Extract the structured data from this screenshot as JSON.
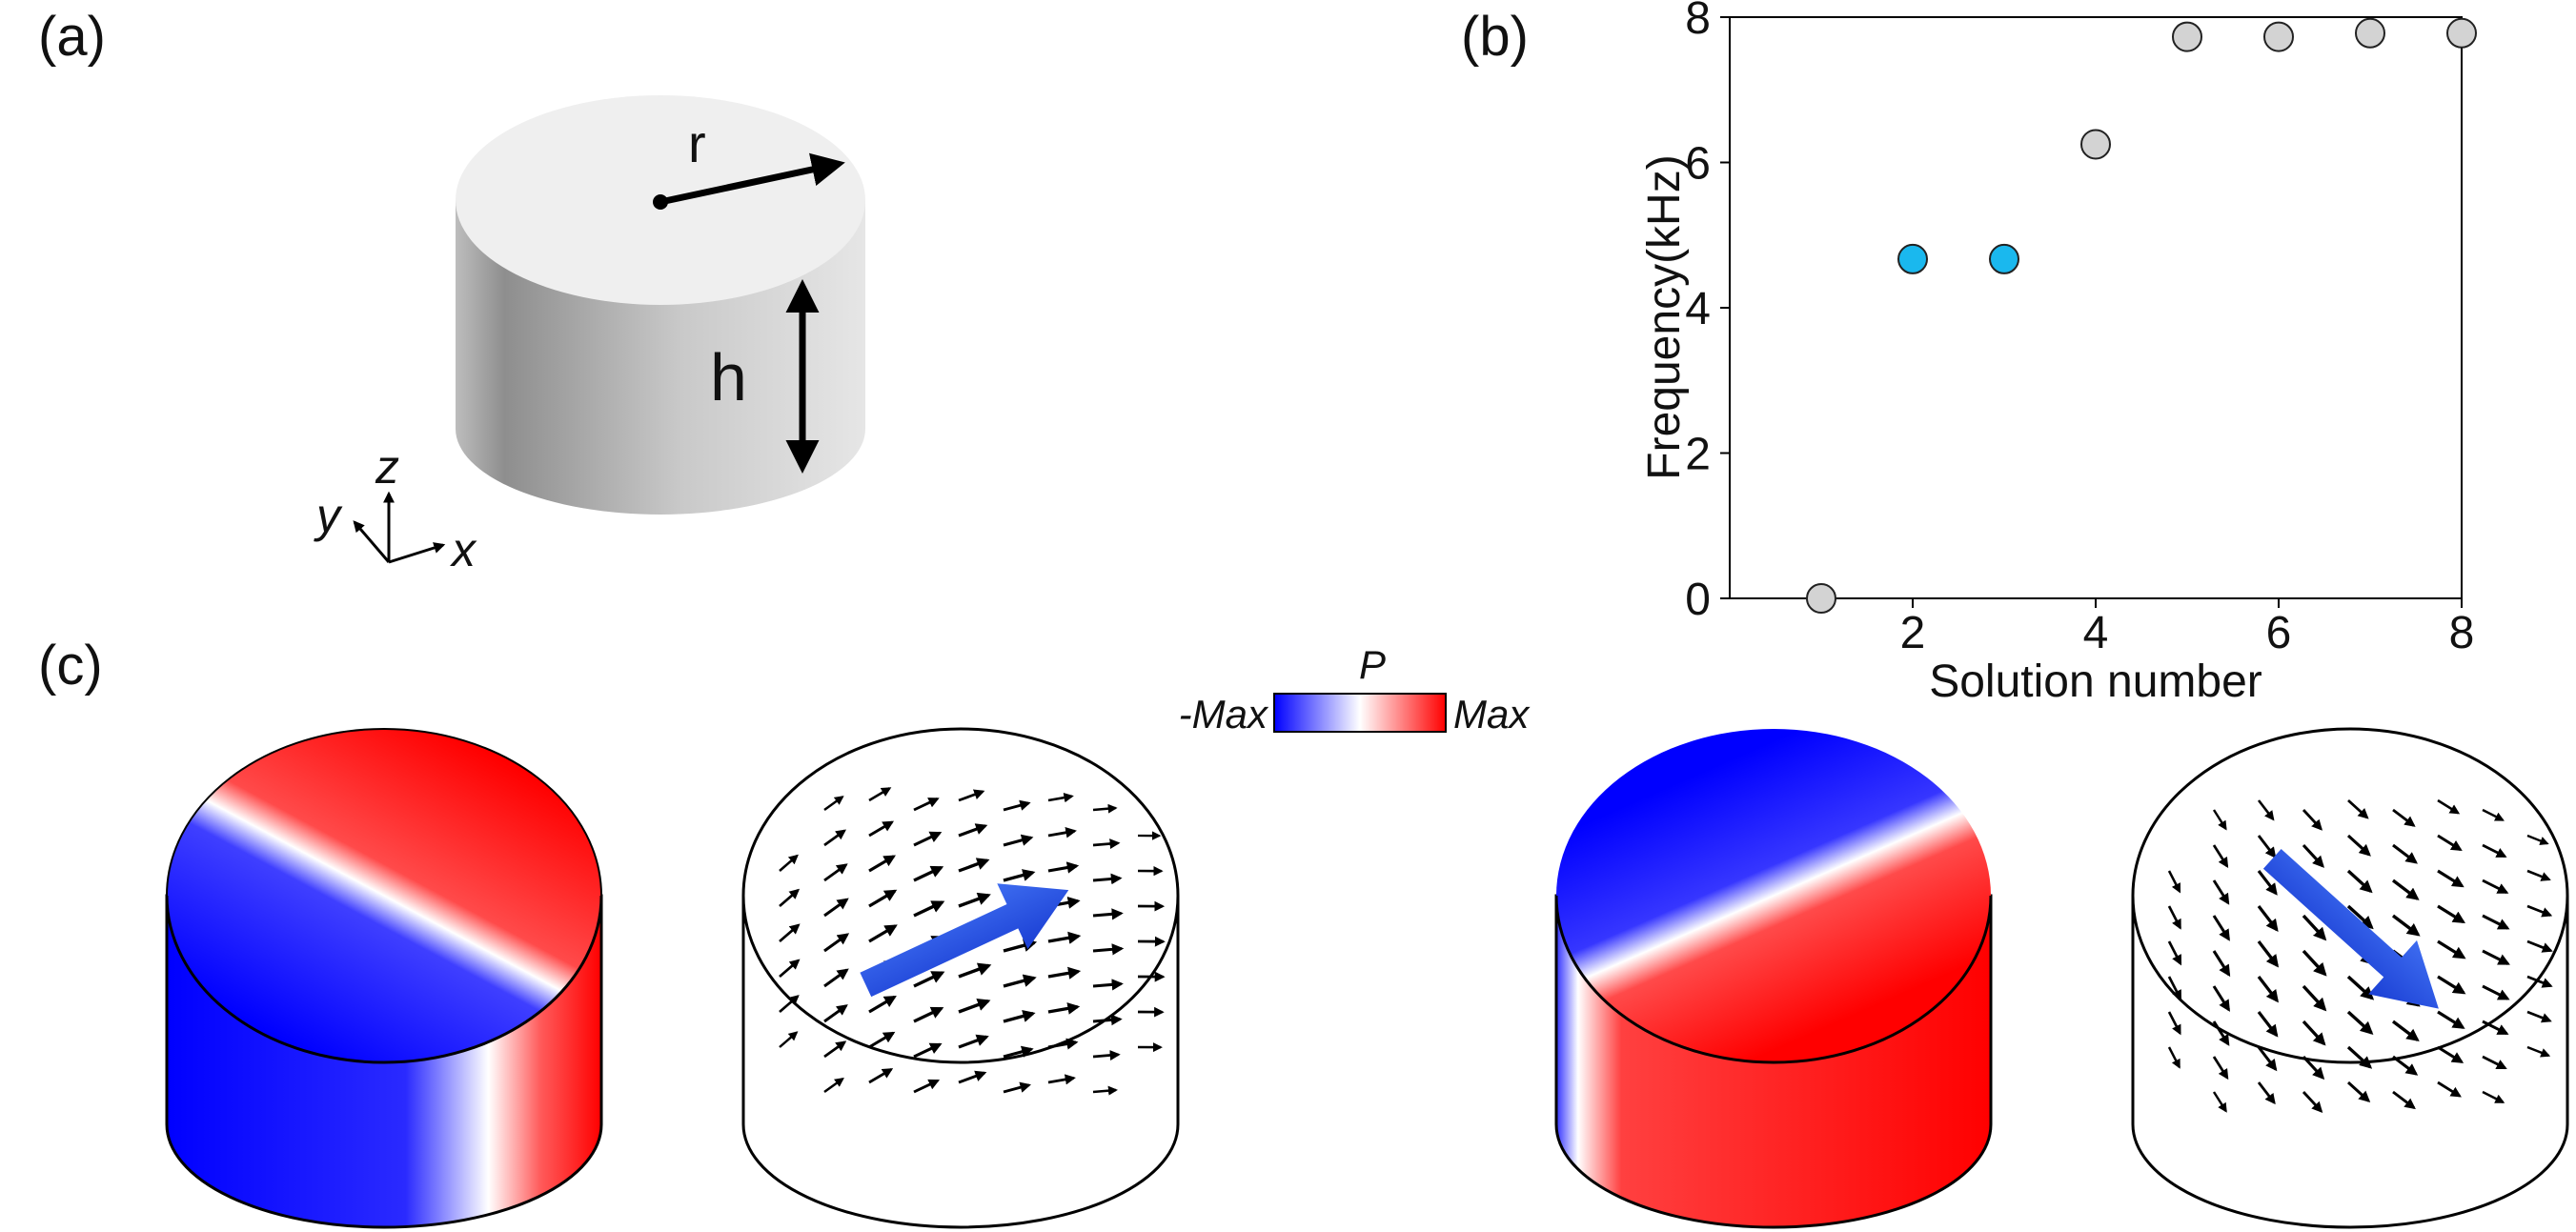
{
  "panels": {
    "a": {
      "label": "(a)",
      "radius_label": "r",
      "height_label": "h",
      "axes": {
        "x": "x",
        "y": "y",
        "z": "z"
      }
    },
    "b": {
      "label": "(b)"
    },
    "c": {
      "label": "(c)"
    }
  },
  "colorbar": {
    "title": "P",
    "min_label": "-Max",
    "max_label": "Max",
    "colors": [
      "#0000ff",
      "#ffffff",
      "#ff0000"
    ]
  },
  "chart_data": {
    "type": "scatter",
    "xlabel": "Solution number",
    "ylabel": "Frequency(kHz)",
    "xlim": [
      0,
      8
    ],
    "ylim": [
      0,
      8
    ],
    "xticks": [
      2,
      4,
      6,
      8
    ],
    "yticks": [
      0,
      2,
      4,
      6,
      8
    ],
    "grid": false,
    "points": [
      {
        "x": 1,
        "y": 0.0,
        "highlight": false
      },
      {
        "x": 2,
        "y": 4.67,
        "highlight": true
      },
      {
        "x": 3,
        "y": 4.67,
        "highlight": true
      },
      {
        "x": 4,
        "y": 6.25,
        "highlight": false
      },
      {
        "x": 5,
        "y": 7.73,
        "highlight": false
      },
      {
        "x": 6,
        "y": 7.73,
        "highlight": false
      },
      {
        "x": 7,
        "y": 7.78,
        "highlight": false
      },
      {
        "x": 8,
        "y": 7.78,
        "highlight": false
      }
    ],
    "colors": {
      "highlight": "#1ab8ee",
      "normal": "#d3d3d3"
    }
  }
}
